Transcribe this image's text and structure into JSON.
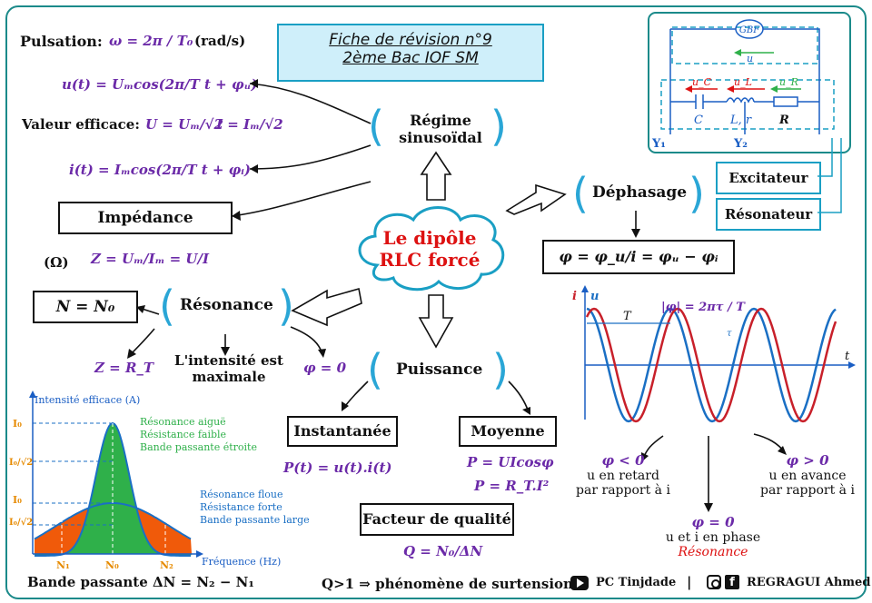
{
  "title": {
    "line1": "Fiche de révision n°9",
    "line2": "2ème Bac IOF SM"
  },
  "center": {
    "line1": "Le dipôle",
    "line2": "RLC forcé"
  },
  "left_top": {
    "pulsation_label": "Pulsation:",
    "pulsation_formula": "ω = 2π / T₀",
    "pulsation_unit": "(rad/s)",
    "u_formula": "u(t) = Uₘcos(2π/T t + φᵤ)",
    "valeur_label": "Valeur efficace:",
    "U_formula": "U = Uₘ/√2",
    "I_formula": "I = Iₘ/√2",
    "i_formula": "i(t) = Iₘcos(2π/T t + φᵢ)"
  },
  "nodes": {
    "regime": [
      "Régime",
      "sinusoïdal"
    ],
    "impedance": "Impédance",
    "impedance_unit": "(Ω)",
    "impedance_formula": "Z = Uₘ/Iₘ = U/I",
    "resonance": "Résonance",
    "N_eq": "N = N₀",
    "Z_eq": "Z = R_T",
    "intensity": [
      "L'intensité est",
      "maximale"
    ],
    "phi_zero": "φ = 0",
    "puissance": "Puissance",
    "instantanee": "Instantanée",
    "instantanee_formula": "P(t) = u(t).i(t)",
    "moyenne": "Moyenne",
    "moyenne_f1": "P = UIcosφ",
    "moyenne_f2": "P = R_T.I²",
    "facteur": "Facteur de qualité",
    "Q_formula": "Q = N₀/ΔN",
    "dephasage": "Déphasage",
    "phi_formula": "φ = φ_u/i = φᵤ − φᵢ",
    "excitateur": "Excitateur",
    "resonateur": "Résonateur"
  },
  "circuit": {
    "gbf": "GBF",
    "u": "u",
    "uC": "u_C",
    "uL": "u_L",
    "uR": "u_R",
    "C": "C",
    "L": "L, r",
    "R": "R",
    "Y1": "Y₁",
    "Y2": "Y₂"
  },
  "resonance_chart": {
    "ylabel": "Intensité efficace (A)",
    "xlabel": "Fréquence (Hz)",
    "I0": "I₀",
    "I0sqrt2": "I₀/√2",
    "N1": "N₁",
    "N0": "N₀",
    "N2": "N₂",
    "sharp": [
      "Résonance aiguë",
      "Résistance faible",
      "Bande passante étroite"
    ],
    "flat": [
      "Résonance floue",
      "Résistance forte",
      "Bande passante large"
    ],
    "band": "Bande passante ΔN = N₂ − N₁"
  },
  "wave": {
    "i_label": "i",
    "u_label": "u",
    "t_label": "t",
    "T_label": "T",
    "tau_label": "τ",
    "phase_formula": "|φ| = 2πτ / T",
    "neg": [
      "φ < 0",
      "u en retard",
      "par rapport à i"
    ],
    "zero": [
      "φ = 0",
      "u et i en phase",
      "Résonance"
    ],
    "pos": [
      "φ > 0",
      "u en avance",
      "par rapport à i"
    ]
  },
  "footer": {
    "surtension": "Q>1 ⇒ phénomène de surtension",
    "channel": "PC Tinjdade",
    "sep": "|",
    "author": "REGRAGUI Ahmed"
  },
  "colors": {
    "teal": "#1b8a8a",
    "blue": "#1a9fc4",
    "purple": "#6b2aa8",
    "red": "#d11",
    "green": "#2fb04a",
    "orange": "#f05a0a"
  }
}
